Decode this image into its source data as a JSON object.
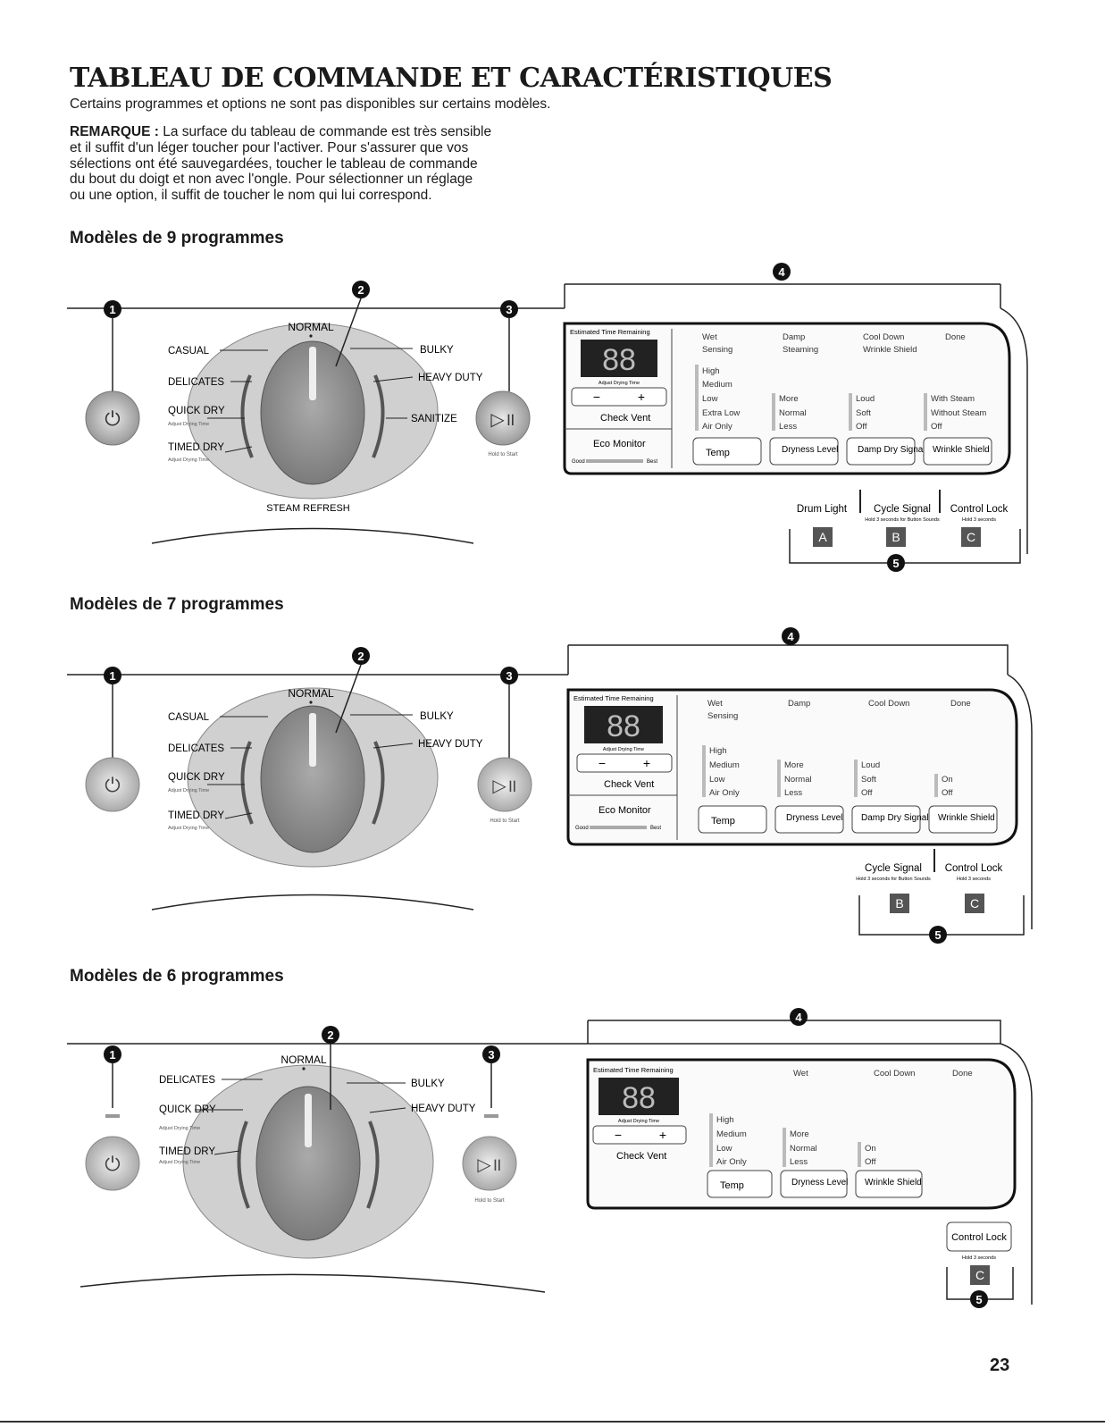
{
  "title": "TABLEAU DE COMMANDE ET CARACTÉRISTIQUES",
  "intro": "Certains programmes et options ne sont pas disponibles sur certains modèles.",
  "remark": {
    "label": "REMARQUE :",
    "lines": [
      "La surface du tableau de commande est très sensible",
      "et il suffit d'un léger toucher pour l'activer. Pour s'assurer que vos",
      "sélections ont été sauvegardées, toucher le tableau de commande",
      "du bout du doigt et non avec l'ongle. Pour sélectionner un réglage",
      "ou une option, il suffit de toucher le nom qui lui correspond."
    ]
  },
  "callouts": [
    "1",
    "2",
    "3",
    "4",
    "5"
  ],
  "common": {
    "normal": "NORMAL",
    "hold_to_start": "Hold to Start",
    "estimated_time": "Estimated Time Remaining",
    "display": "88",
    "adjust_drying_time": "Adjust Drying Time",
    "minus": "−",
    "plus": "+",
    "check_vent": "Check Vent",
    "eco_monitor": "Eco Monitor",
    "eco_good": "Good",
    "eco_best": "Best",
    "steam_refresh": "STEAM REFRESH"
  },
  "model9": {
    "heading": "Modèles de 9 programmes",
    "left_cycles": [
      {
        "name": "CASUAL",
        "sub": ""
      },
      {
        "name": "DELICATES",
        "sub": ""
      },
      {
        "name": "QUICK DRY",
        "sub": "Adjust Drying Time"
      },
      {
        "name": "TIMED DRY",
        "sub": "Adjust Drying Time"
      }
    ],
    "right_cycles": [
      "BULKY",
      "HEAVY DUTY",
      "SANITIZE"
    ],
    "status_row1": [
      "Wet",
      "Damp",
      "Cool Down",
      "Done"
    ],
    "status_row2": [
      "Sensing",
      "Steaming",
      "Wrinkle Shield"
    ],
    "temp_options": [
      "High",
      "Medium",
      "Low",
      "Extra Low",
      "Air Only"
    ],
    "dryness_options": [
      "More",
      "Normal",
      "Less"
    ],
    "signal_options": [
      "Loud",
      "Soft",
      "Off"
    ],
    "wrinkle_options": [
      "With Steam",
      "Without Steam",
      "Off"
    ],
    "buttons": [
      "Temp",
      "Dryness Level",
      "Damp Dry Signal",
      "Wrinkle Shield"
    ],
    "extras": [
      {
        "label": "Drum Light",
        "sub": ""
      },
      {
        "label": "Cycle Signal",
        "sub": "Hold 3 seconds for Button Sounds"
      },
      {
        "label": "Control Lock",
        "sub": "Hold 3 seconds"
      }
    ],
    "letters": [
      "A",
      "B",
      "C"
    ]
  },
  "model7": {
    "heading": "Modèles de 7 programmes",
    "left_cycles": [
      {
        "name": "CASUAL",
        "sub": ""
      },
      {
        "name": "DELICATES",
        "sub": ""
      },
      {
        "name": "QUICK DRY",
        "sub": "Adjust Drying Time"
      },
      {
        "name": "TIMED DRY",
        "sub": "Adjust Drying Time"
      }
    ],
    "right_cycles": [
      "BULKY",
      "HEAVY DUTY"
    ],
    "status_row1": [
      "Wet",
      "Damp",
      "Cool Down",
      "Done"
    ],
    "status_row2": [
      "Sensing"
    ],
    "temp_options": [
      "High",
      "Medium",
      "Low",
      "Air Only"
    ],
    "dryness_options": [
      "More",
      "Normal",
      "Less"
    ],
    "signal_options": [
      "Loud",
      "Soft",
      "Off"
    ],
    "wrinkle_options": [
      "On",
      "Off"
    ],
    "buttons": [
      "Temp",
      "Dryness Level",
      "Damp Dry Signal",
      "Wrinkle Shield"
    ],
    "extras": [
      {
        "label": "Cycle Signal",
        "sub": "Hold 3 seconds for Button Sounds"
      },
      {
        "label": "Control Lock",
        "sub": "Hold 3 seconds"
      }
    ],
    "letters": [
      "B",
      "C"
    ]
  },
  "model6": {
    "heading": "Modèles de 6 programmes",
    "left_cycles": [
      {
        "name": "DELICATES",
        "sub": ""
      },
      {
        "name": "QUICK DRY",
        "sub": "Adjust Drying Time"
      },
      {
        "name": "TIMED DRY",
        "sub": "Adjust Drying Time"
      }
    ],
    "right_cycles": [
      "BULKY",
      "HEAVY DUTY"
    ],
    "status_row1": [
      "Wet",
      "Cool Down",
      "Done"
    ],
    "temp_options": [
      "High",
      "Medium",
      "Low",
      "Air Only"
    ],
    "dryness_options": [
      "More",
      "Normal",
      "Less"
    ],
    "wrinkle_options": [
      "On",
      "Off"
    ],
    "buttons": [
      "Temp",
      "Dryness Level",
      "Wrinkle Shield"
    ],
    "control_lock": "Control Lock",
    "control_lock_sub": "Hold 3 seconds",
    "letters": [
      "C"
    ]
  },
  "page_number": "23"
}
